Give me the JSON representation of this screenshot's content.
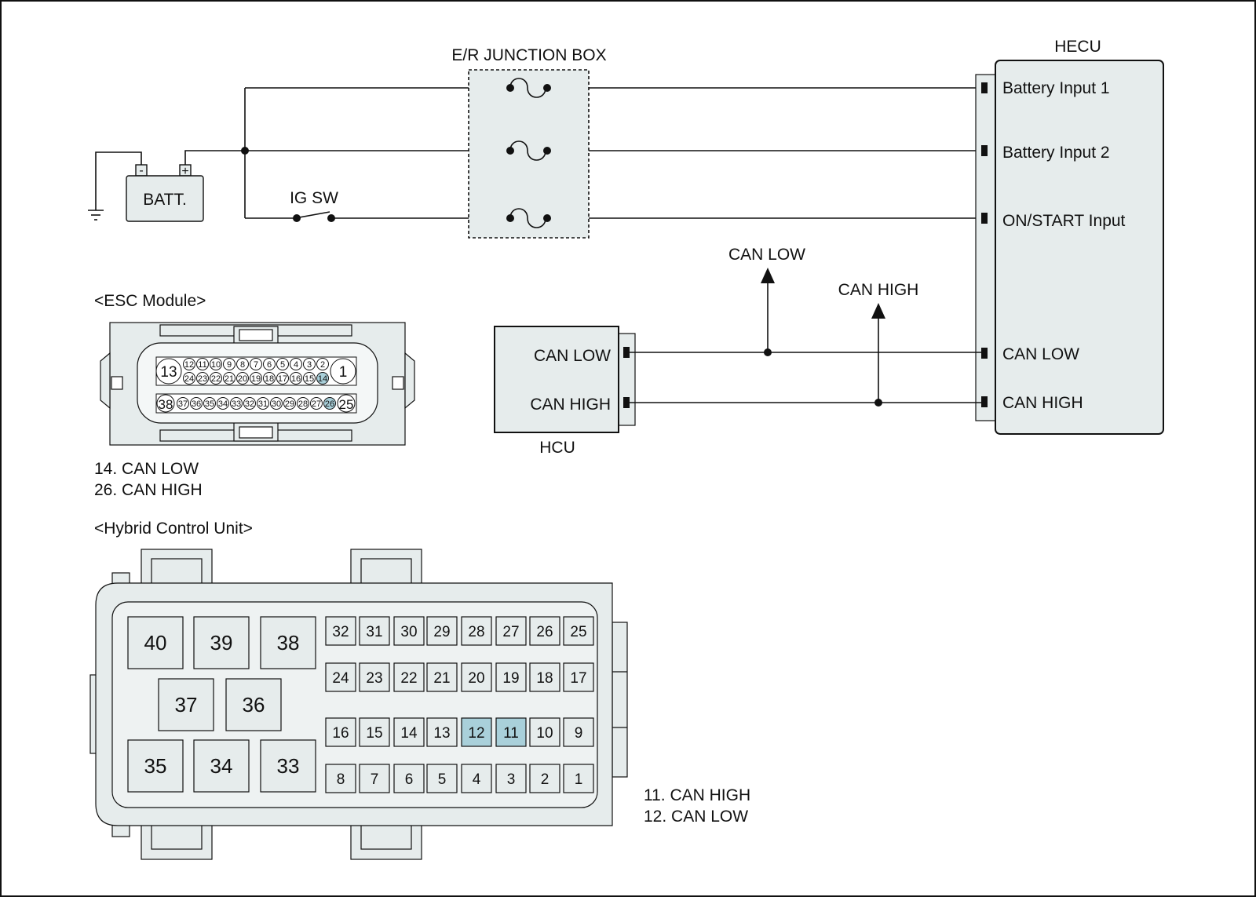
{
  "colors": {
    "component_fill": "#e6ecec",
    "highlight_fill": "#a9d0da",
    "line": "#111111"
  },
  "junction_box": {
    "title": "E/R JUNCTION BOX"
  },
  "battery": {
    "label": "BATT.",
    "neg": "-",
    "pos": "+"
  },
  "ig_switch": {
    "label": "IG SW"
  },
  "hecu": {
    "title": "HECU",
    "pins": [
      "Battery Input 1",
      "Battery Input 2",
      "ON/START Input",
      "CAN LOW",
      "CAN HIGH"
    ]
  },
  "hcu": {
    "title": "HCU",
    "pins": [
      "CAN LOW",
      "CAN HIGH"
    ]
  },
  "can_arrows": {
    "low": "CAN LOW",
    "high": "CAN HIGH"
  },
  "esc_module": {
    "title": "<ESC Module>",
    "row1_large_left": "13",
    "row1_large_right": "1",
    "row1_top": [
      "12",
      "11",
      "10",
      "9",
      "8",
      "7",
      "6",
      "5",
      "4",
      "3",
      "2"
    ],
    "row1_bottom": [
      "24",
      "23",
      "22",
      "21",
      "20",
      "19",
      "18",
      "17",
      "16",
      "15",
      "14"
    ],
    "row2_left": "38",
    "row2": [
      "37",
      "36",
      "35",
      "34",
      "33",
      "32",
      "31",
      "30",
      "29",
      "28",
      "27",
      "26"
    ],
    "row2_right": "25",
    "highlighted_pins": [
      "14",
      "26"
    ],
    "legend": [
      "14. CAN LOW",
      "26. CAN HIGH"
    ]
  },
  "hybrid_control_unit": {
    "title": "<Hybrid Control Unit>",
    "large_row1": [
      "40",
      "39",
      "38"
    ],
    "large_row2": [
      "37",
      "36"
    ],
    "large_row3": [
      "35",
      "34",
      "33"
    ],
    "small_rows": [
      [
        "32",
        "31",
        "30",
        "29",
        "28",
        "27",
        "26",
        "25"
      ],
      [
        "24",
        "23",
        "22",
        "21",
        "20",
        "19",
        "18",
        "17"
      ],
      [
        "16",
        "15",
        "14",
        "13",
        "12",
        "11",
        "10",
        "9"
      ],
      [
        "8",
        "7",
        "6",
        "5",
        "4",
        "3",
        "2",
        "1"
      ]
    ],
    "highlighted_pins": [
      "12",
      "11"
    ],
    "legend": [
      "11. CAN HIGH",
      "12. CAN LOW"
    ]
  }
}
